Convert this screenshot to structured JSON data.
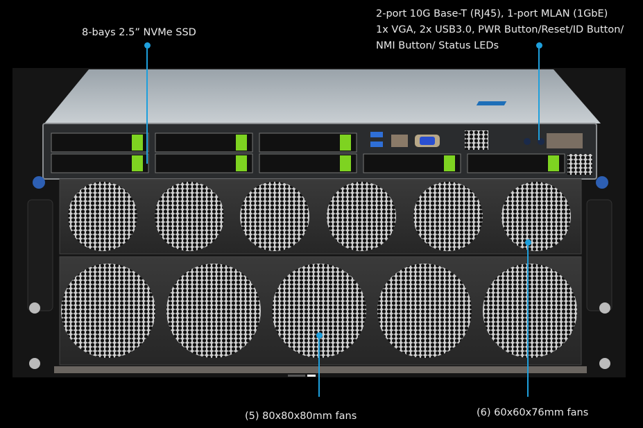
{
  "callouts": {
    "ssd": "8-bays 2.5” NVMe SSD",
    "io_line1": "2-port 10G Base-T (RJ45), 1-port MLAN (1GbE)",
    "io_line2": "1x VGA, 2x USB3.0, PWR Button/Reset/ID Button/",
    "io_line3": "NMI Button/ Status LEDs",
    "fans_80": "(5) 80x80x80mm fans",
    "fans_60": "(6) 60x60x76mm fans"
  },
  "carousel": {
    "slides": 2,
    "active": 2
  },
  "colors": {
    "accent": "#1e9fdc",
    "drive_latch": "#7ed321",
    "background": "#000000"
  }
}
